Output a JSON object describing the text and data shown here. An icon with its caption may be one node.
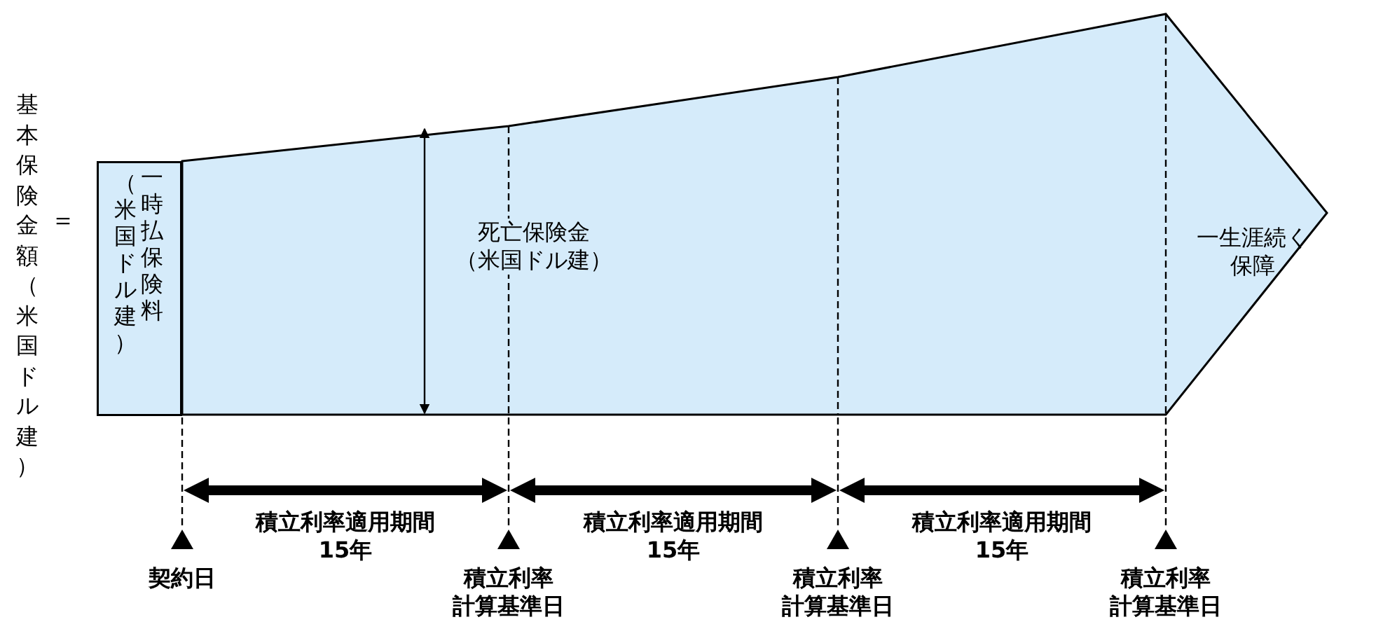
{
  "diagram": {
    "nodes": [
      {
        "text": [
          "（米国ドル建）",
          "一時払保険料"
        ]
      },
      {
        "text": [
          "死亡保険金（米国ドル建）",
          "一生涯続く保障"
        ]
      }
    ],
    "labels": [
      "基本保険金額（米国ドル建）",
      "＝",
      "積立利率適用期間15年",
      "積立利率適用期間15年",
      "積立利率適用期間15年",
      "契約日",
      "積立利率計算基準日",
      "積立利率計算基準日",
      "積立利率計算基準日"
    ]
  }
}
